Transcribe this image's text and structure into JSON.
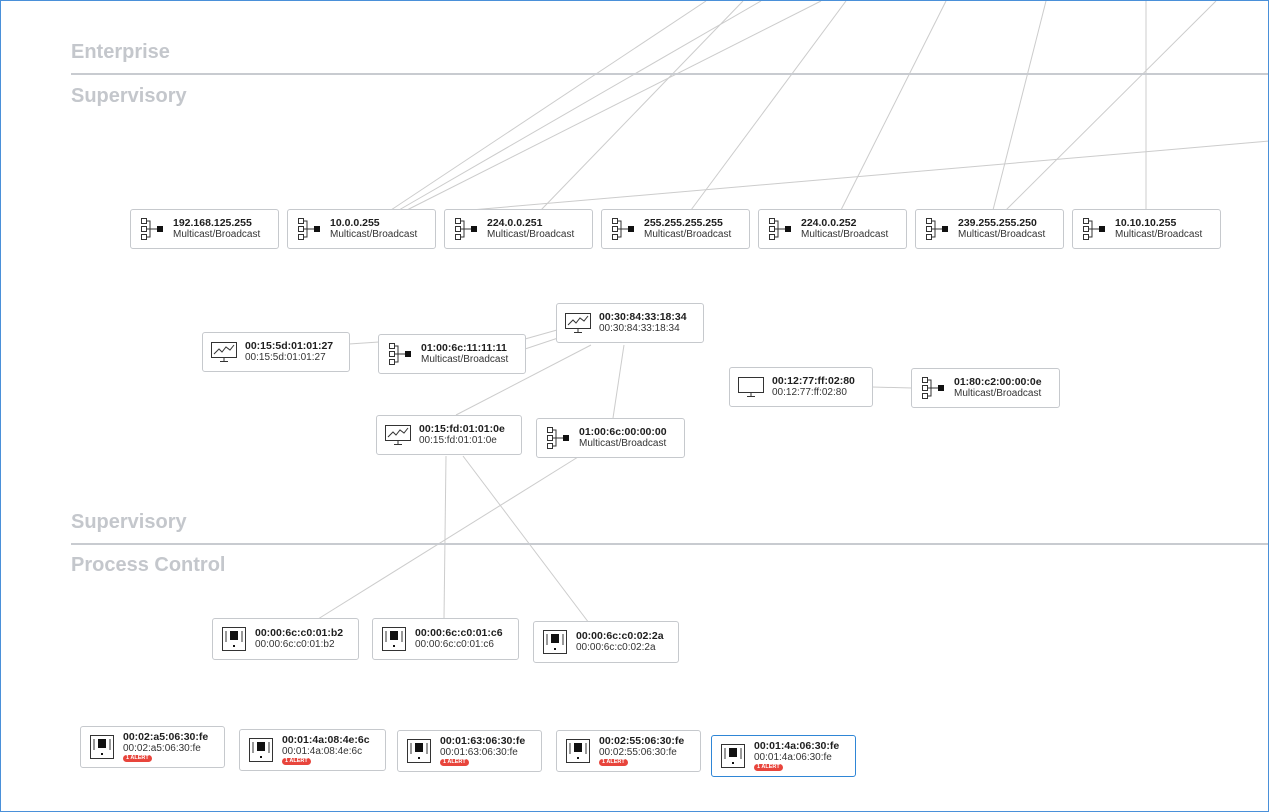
{
  "zones": {
    "enterprise": "Enterprise",
    "supervisory_top": "Supervisory",
    "supervisory_bottom": "Supervisory",
    "process_control": "Process Control"
  },
  "nodes": {
    "n_192_168_125_255": {
      "name": "192.168.125.255",
      "sub": "Multicast/Broadcast",
      "icon": "broadcast-icon"
    },
    "n_10_0_0_255": {
      "name": "10.0.0.255",
      "sub": "Multicast/Broadcast",
      "icon": "broadcast-icon"
    },
    "n_224_0_0_251": {
      "name": "224.0.0.251",
      "sub": "Multicast/Broadcast",
      "icon": "broadcast-icon"
    },
    "n_255_255_255_255": {
      "name": "255.255.255.255",
      "sub": "Multicast/Broadcast",
      "icon": "broadcast-icon"
    },
    "n_224_0_0_252": {
      "name": "224.0.0.252",
      "sub": "Multicast/Broadcast",
      "icon": "broadcast-icon"
    },
    "n_239_255_255_250": {
      "name": "239.255.255.250",
      "sub": "Multicast/Broadcast",
      "icon": "broadcast-icon"
    },
    "n_10_10_10_255": {
      "name": "10.10.10.255",
      "sub": "Multicast/Broadcast",
      "icon": "broadcast-icon"
    },
    "n_00_15_5d": {
      "name": "00:15:5d:01:01:27",
      "sub": "00:15:5d:01:01:27",
      "icon": "hmi-monitor-icon"
    },
    "n_01_00_6c_11": {
      "name": "01:00:6c:11:11:11",
      "sub": "Multicast/Broadcast",
      "icon": "broadcast-icon"
    },
    "n_00_30_84": {
      "name": "00:30:84:33:18:34",
      "sub": "00:30:84:33:18:34",
      "icon": "hmi-monitor-icon"
    },
    "n_00_12_77": {
      "name": "00:12:77:ff:02:80",
      "sub": "00:12:77:ff:02:80",
      "icon": "workstation-icon"
    },
    "n_01_80_c2": {
      "name": "01:80:c2:00:00:0e",
      "sub": "Multicast/Broadcast",
      "icon": "broadcast-icon"
    },
    "n_00_15_fd": {
      "name": "00:15:fd:01:01:0e",
      "sub": "00:15:fd:01:01:0e",
      "icon": "hmi-monitor-icon"
    },
    "n_01_00_6c_00": {
      "name": "01:00:6c:00:00:00",
      "sub": "Multicast/Broadcast",
      "icon": "broadcast-icon"
    },
    "n_c0_01_b2": {
      "name": "00:00:6c:c0:01:b2",
      "sub": "00:00:6c:c0:01:b2",
      "icon": "plc-icon"
    },
    "n_c0_01_c6": {
      "name": "00:00:6c:c0:01:c6",
      "sub": "00:00:6c:c0:01:c6",
      "icon": "plc-icon"
    },
    "n_c0_02_2a": {
      "name": "00:00:6c:c0:02:2a",
      "sub": "00:00:6c:c0:02:2a",
      "icon": "plc-icon"
    },
    "n_02_a5": {
      "name": "00:02:a5:06:30:fe",
      "sub": "00:02:a5:06:30:fe",
      "icon": "plc-icon",
      "alert": "1 ALERT"
    },
    "n_01_4a_08": {
      "name": "00:01:4a:08:4e:6c",
      "sub": "00:01:4a:08:4e:6c",
      "icon": "plc-icon",
      "alert": "1 ALERT"
    },
    "n_01_63": {
      "name": "00:01:63:06:30:fe",
      "sub": "00:01:63:06:30:fe",
      "icon": "plc-icon",
      "alert": "1 ALERT"
    },
    "n_02_55": {
      "name": "00:02:55:06:30:fe",
      "sub": "00:02:55:06:30:fe",
      "icon": "plc-icon",
      "alert": "1 ALERT"
    },
    "n_01_4a_06": {
      "name": "00:01:4a:06:30:fe",
      "sub": "00:01:4a:06:30:fe",
      "icon": "plc-icon",
      "alert": "1 ALERT",
      "selected": true
    }
  },
  "colors": {
    "zone_text": "#c4c7cc",
    "zone_line": "#c8cbd0",
    "node_border": "#c6c9cd",
    "link": "#c8c8c8",
    "selected_border": "#2f86d6",
    "alert_badge": "#e8453c",
    "frame_border": "#4a90d9"
  }
}
